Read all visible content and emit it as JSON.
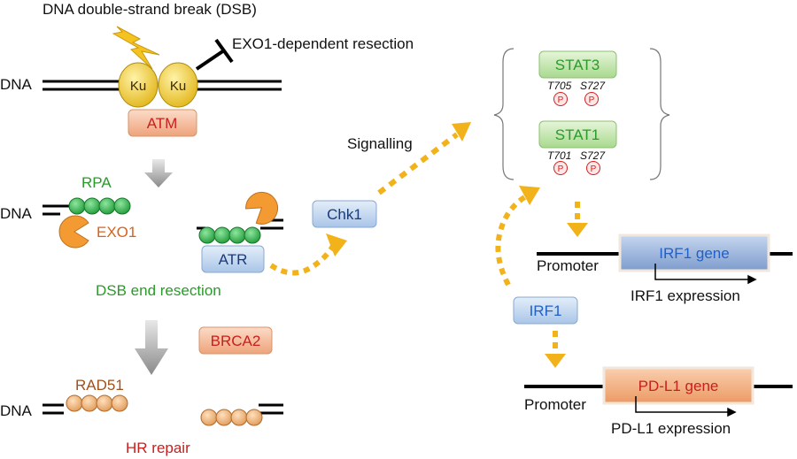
{
  "title": "DNA double-strand break (DSB)",
  "labels": {
    "dna": "DNA",
    "ku": "Ku",
    "atm": "ATM",
    "exo1_resection": "EXO1-dependent resection",
    "rpa": "RPA",
    "exo1": "EXO1",
    "atr": "ATR",
    "chk1": "Chk1",
    "signalling": "Signalling",
    "dsb_end_resection": "DSB end resection",
    "brca2": "BRCA2",
    "rad51": "RAD51",
    "hr_repair": "HR repair",
    "stat3": "STAT3",
    "stat1": "STAT1",
    "t705": "T705",
    "s727": "S727",
    "t701": "T701",
    "phospho": "P",
    "irf1": "IRF1",
    "irf1_gene": "IRF1 gene",
    "irf1_expression": "IRF1 expression",
    "promoter": "Promoter",
    "pdl1_gene": "PD-L1 gene",
    "pdl1_expression": "PD-L1 expression"
  },
  "colors": {
    "green_text": "#2a9a2a",
    "red_text": "#c8201e",
    "orange_text": "#d9621a",
    "brown_text": "#a0521d",
    "blue_text": "#2060c8",
    "navy_text": "#1a3a78",
    "arrow_dotted": "#f2b21a",
    "ku_fill": "#f2cf2f",
    "rpa_fill": "#2fb04a",
    "rad51_fill": "#f0b77a",
    "exo1_fill": "#f39a33",
    "stat_fill": "#c8e8b0",
    "atr_fill": "#c8dcf2",
    "atm_fill": "#f5bf9f",
    "gene_irf1_fill": "#9bb6de",
    "gene_pdl1_fill": "#f3b07e"
  },
  "icons": [
    "lightning-icon",
    "inhibition-t-icon",
    "down-arrow-icon",
    "pacman-exo1-icon"
  ]
}
